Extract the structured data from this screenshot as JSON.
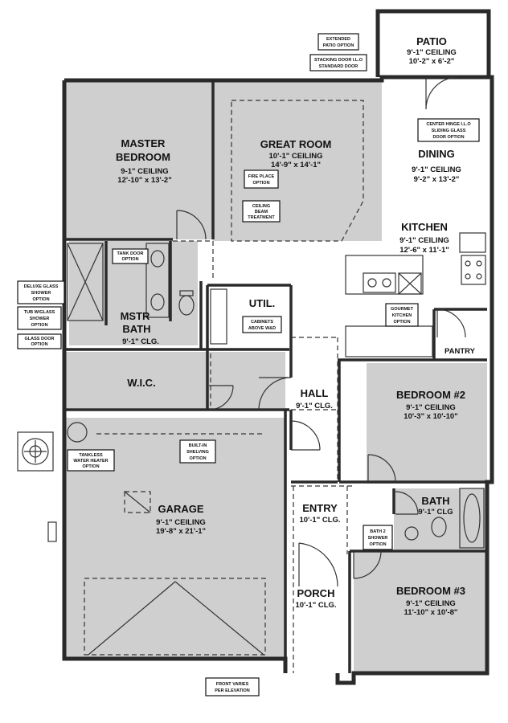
{
  "rooms": {
    "patio": {
      "name": "PATIO",
      "ceiling": "9'-1\" CEILING",
      "dims": "10'-2\" x 6'-2\""
    },
    "master_bedroom": {
      "name_line1": "MASTER",
      "name_line2": "BEDROOM",
      "ceiling": "9-1\"    CEILING",
      "dims": "12'-10\" x 13'-2\""
    },
    "great_room": {
      "name": "GREAT ROOM",
      "ceiling": "10'-1\"    CEILING",
      "dims": "14'-9\" x 14'-1\""
    },
    "dining": {
      "name": "DINING",
      "ceiling": "9'-1\" CEILING",
      "dims": "9'-2\" x 13'-2\""
    },
    "kitchen": {
      "name": "KITCHEN",
      "ceiling": "9'-1\" CEILING",
      "dims": "12'-6\" x 11'-1\""
    },
    "utility": {
      "name": "UTIL."
    },
    "master_bath": {
      "name_line1": "MSTR",
      "name_line2": "BATH",
      "ceiling": "9'-1\" CLG."
    },
    "wic": {
      "name": "W.I.C."
    },
    "pantry": {
      "name": "PANTRY"
    },
    "hall": {
      "name": "HALL",
      "ceiling": "9'-1\" CLG."
    },
    "bedroom2": {
      "name": "BEDROOM #2",
      "ceiling": "9'-1\"      CEILING",
      "dims": "10'-3\" x 10'-10\""
    },
    "garage": {
      "name": "GARAGE",
      "ceiling": "9'-1\" CEILING",
      "dims": "19'-8\" x 21'-1\""
    },
    "entry": {
      "name": "ENTRY",
      "ceiling": "10'-1\" CLG."
    },
    "bath": {
      "name": "BATH",
      "ceiling": "9'-1\" CLG"
    },
    "porch": {
      "name": "PORCH",
      "ceiling": "10'-1\" CLG."
    },
    "bedroom3": {
      "name": "BEDROOM #3",
      "ceiling": "9'-1\"      CEILING",
      "dims": "11'-10\" x 10'-8\""
    }
  },
  "options": {
    "extended_patio": [
      "EXTENDED",
      "PATIO OPTION"
    ],
    "stacking_door": [
      "STACKING DOOR I.L.O",
      "STANDARD DOOR"
    ],
    "center_hinge": [
      "CENTER HINGE I.L.O",
      "SLIDING GLASS",
      "DOOR OPTION"
    ],
    "fireplace": [
      "FIRE PLACE",
      "OPTION"
    ],
    "ceiling_beam": [
      "CEILING",
      "BEAM",
      "TREATMENT"
    ],
    "tank_door": [
      "TANK DOOR",
      "OPTION"
    ],
    "deluxe_glass_shower": [
      "DELUXE GLASS",
      "SHOWER",
      "OPTION"
    ],
    "tub_wglass_shower": [
      "TUB W/GLASS",
      "SHOWER",
      "OPTION"
    ],
    "glass_door": [
      "GLASS DOOR",
      "OPTION"
    ],
    "cabinets_above_wd": [
      "CABINETS",
      "ABOVE W&D"
    ],
    "gourmet_kitchen": [
      "GOURMET",
      "KITCHEN",
      "OPTION"
    ],
    "tankless_water_heater": [
      "TANKLESS",
      "WATER HEATER",
      "OPTION"
    ],
    "built_in_shelving": [
      "BUILT-IN",
      "SHELVING",
      "OPTION"
    ],
    "bath2_shower": [
      "BATH 2",
      "SHOWER",
      "OPTION"
    ],
    "front_varies": [
      "FRONT VARIES",
      "PER ELEVATION"
    ]
  },
  "colors": {
    "room_fill": "#cfcfcf",
    "wall": "#2a2a2a",
    "background": "#ffffff"
  }
}
